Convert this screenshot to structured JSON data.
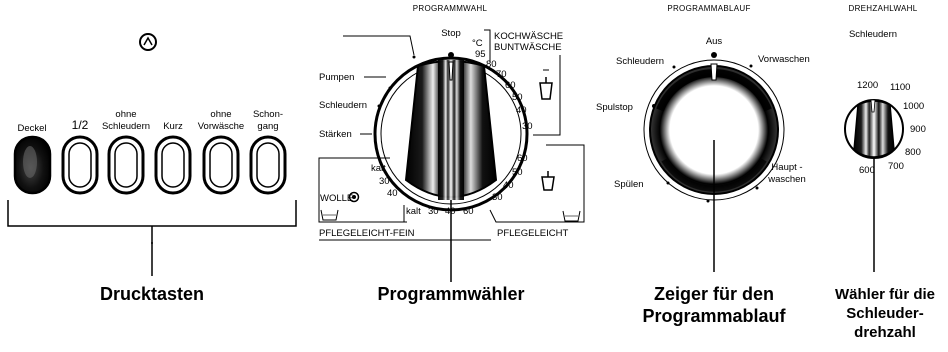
{
  "drucktasten": {
    "buttons": [
      {
        "line1": "",
        "line2": "Deckel"
      },
      {
        "line1": "",
        "line2": "1/2"
      },
      {
        "line1": "ohne",
        "line2": "Schleudern"
      },
      {
        "line1": "",
        "line2": "Kurz"
      },
      {
        "line1": "ohne",
        "line2": "Vorwäsche"
      },
      {
        "line1": "Schon-",
        "line2": "gang"
      }
    ],
    "caption": "Drucktasten"
  },
  "programmwahl": {
    "header": "PROGRAMMWAHL",
    "stop": "Stop",
    "left_labels": {
      "pumpen": "Pumpen",
      "schleudern": "Schleudern",
      "staerken": "Stärken"
    },
    "koch": {
      "line1": "KOCHWÄSCHE",
      "line2": "BUNTWÄSCHE",
      "unit": "°C",
      "temps": [
        "95",
        "80",
        "70",
        "60",
        "50",
        "40",
        "30"
      ]
    },
    "pflege_right": {
      "temps": [
        "60",
        "50",
        "40",
        "30"
      ],
      "label": "PFLEGELEICHT"
    },
    "wolle": {
      "temps": [
        "kalt",
        "30",
        "40"
      ],
      "label": "WOLLE"
    },
    "fein": {
      "temps": [
        "kalt",
        "30",
        "40",
        "60"
      ],
      "label": "PFLEGELEICHT-FEIN"
    },
    "caption": "Programmwähler"
  },
  "programmablauf": {
    "header": "PROGRAMMABLAUF",
    "labels": {
      "aus": "Aus",
      "schleudern": "Schleudern",
      "vorwaschen": "Vorwaschen",
      "spulstop": "Spulstop",
      "spuelen": "Spülen",
      "haupt1": "Haupt -",
      "haupt2": "waschen"
    },
    "caption_line1": "Zeiger für den",
    "caption_line2": "Programmablauf"
  },
  "drehzahl": {
    "header": "DREHZAHLWAHL",
    "sub": "Schleudern",
    "speeds": [
      "1200",
      "1100",
      "1000",
      "900",
      "800",
      "700",
      "600"
    ],
    "caption_line1": "Wähler für die",
    "caption_line2": "Schleuder-",
    "caption_line3": "drehzahl"
  }
}
